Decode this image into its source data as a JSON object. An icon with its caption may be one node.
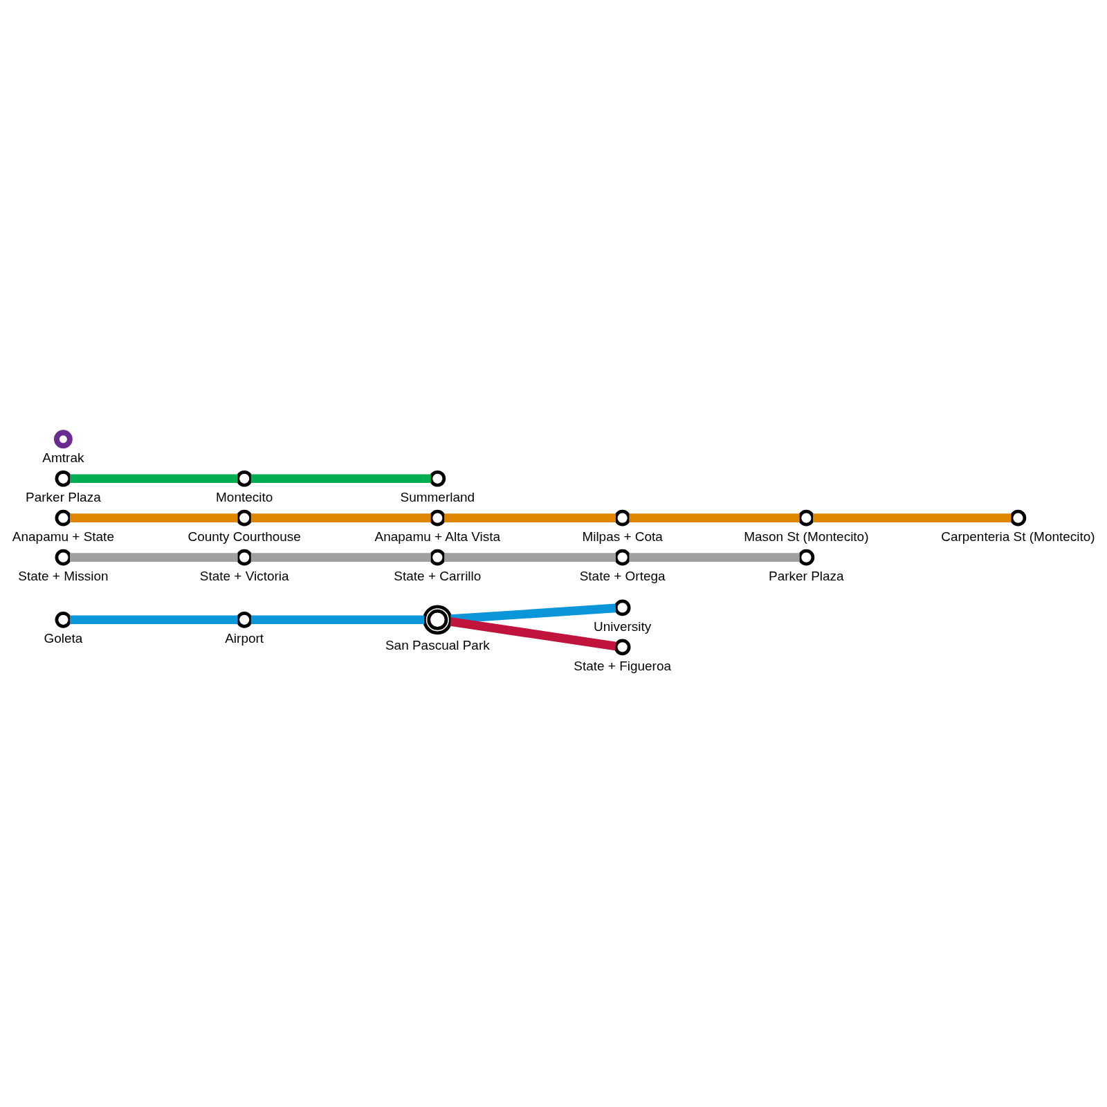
{
  "diagram": {
    "nodes": [
      {
        "text": [],
        "shape": "circle",
        "beside": [
          "Goleta"
        ]
      },
      {
        "text": [],
        "shape": "circle",
        "beside": [
          "Airport"
        ]
      },
      {
        "text": [],
        "shape": "circle",
        "beside": [
          "San Pascual Park"
        ]
      },
      {
        "text": [],
        "shape": "circle",
        "beside": [
          "University"
        ]
      },
      {
        "text": [],
        "shape": "circle",
        "beside": [
          "State + Figueroa"
        ]
      },
      {
        "text": [],
        "shape": "circle",
        "beside": [
          "State + Mission"
        ]
      },
      {
        "text": [],
        "shape": "circle",
        "beside": [
          "State + Victoria"
        ]
      },
      {
        "text": [],
        "shape": "circle",
        "beside": [
          "State + Carrillo"
        ]
      },
      {
        "text": [],
        "shape": "circle",
        "beside": [
          "State + Ortega"
        ]
      },
      {
        "text": [],
        "shape": "circle",
        "beside": [
          "Parker Plaza"
        ]
      },
      {
        "text": [],
        "shape": "circle",
        "beside": [
          "Anapamu + State"
        ]
      },
      {
        "text": [],
        "shape": "circle",
        "beside": [
          "County Courthouse"
        ]
      },
      {
        "text": [],
        "shape": "circle",
        "beside": [
          "Anapamu + Alta Vista"
        ]
      },
      {
        "text": [],
        "shape": "circle",
        "beside": [
          "Milpas + Cota"
        ]
      },
      {
        "text": [],
        "shape": "circle",
        "beside": [
          "Mason St (Montecito)"
        ]
      },
      {
        "text": [],
        "shape": "circle",
        "beside": [
          "Carpenteria St (Montecito)"
        ]
      },
      {
        "text": [],
        "shape": "circle",
        "beside": [
          "Parker Plaza"
        ]
      },
      {
        "text": [],
        "shape": "circle",
        "beside": [
          "Montecito"
        ]
      },
      {
        "text": [],
        "shape": "circle",
        "beside": [
          "Summerland"
        ]
      },
      {
        "text": [],
        "shape": "circle",
        "beside": [
          "Amtrak"
        ]
      }
    ],
    "edges": [
      {
        "from": 0,
        "to": 1,
        "arrow": "none",
        "color": "#0a96d8"
      },
      {
        "from": 1,
        "to": 2,
        "arrow": "none",
        "color": "#0a96d8"
      },
      {
        "from": 2,
        "to": 3,
        "arrow": "none",
        "color": "#0a96d8"
      },
      {
        "from": 2,
        "to": 4,
        "arrow": "none",
        "color": "#c0143c"
      },
      {
        "from": 5,
        "to": 6,
        "arrow": "none",
        "color": "#a0a0a0"
      },
      {
        "from": 6,
        "to": 7,
        "arrow": "none",
        "color": "#a0a0a0"
      },
      {
        "from": 7,
        "to": 8,
        "arrow": "none",
        "color": "#a0a0a0"
      },
      {
        "from": 8,
        "to": 9,
        "arrow": "none",
        "color": "#a0a0a0"
      },
      {
        "from": 10,
        "to": 11,
        "arrow": "none",
        "color": "#df8600"
      },
      {
        "from": 11,
        "to": 12,
        "arrow": "none",
        "color": "#df8600"
      },
      {
        "from": 12,
        "to": 13,
        "arrow": "none",
        "color": "#df8600"
      },
      {
        "from": 13,
        "to": 14,
        "arrow": "none",
        "color": "#df8600"
      },
      {
        "from": 14,
        "to": 15,
        "arrow": "none",
        "color": "#df8600"
      },
      {
        "from": 16,
        "to": 17,
        "arrow": "none",
        "color": "#00ad50"
      },
      {
        "from": 17,
        "to": 18,
        "arrow": "none",
        "color": "#00ad50"
      }
    ]
  }
}
